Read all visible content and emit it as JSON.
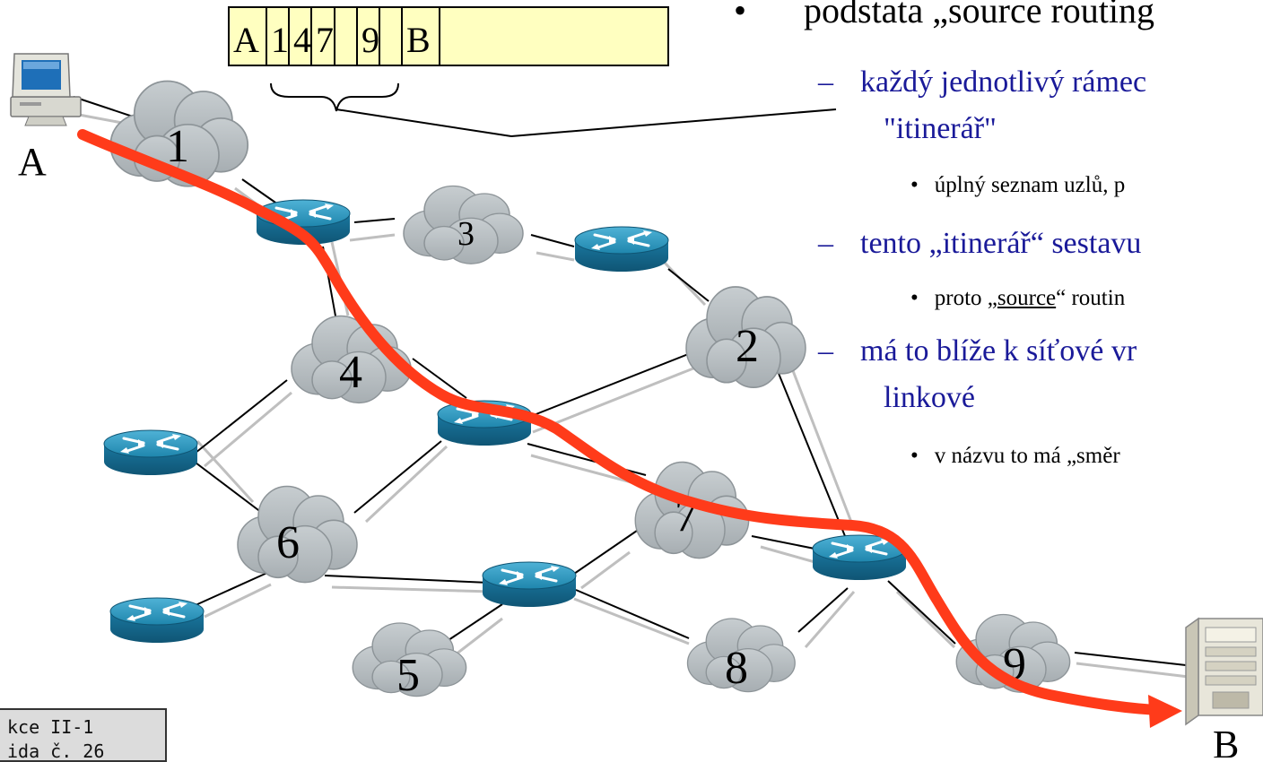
{
  "frame": {
    "cells": [
      "A",
      "1",
      "4",
      "7",
      "9",
      "B"
    ]
  },
  "nodes": {
    "clouds": [
      "1",
      "2",
      "3",
      "4",
      "5",
      "6",
      "7",
      "8",
      "9"
    ],
    "host_a": "A",
    "host_b": "B"
  },
  "text": {
    "l1": "podstata „source routing",
    "l2a": "každý jednotlivý rámec",
    "l2a_cont": "\"itinerář\"",
    "l3a": "úplný seznam uzlů, p",
    "l2b": "tento „itinerář“ sestavu",
    "l3b_pre": "proto „",
    "l3b_u": "source",
    "l3b_post": "“ routin",
    "l2c": "má to blíže k síťové vr",
    "l2c_cont": "linkové",
    "l3c": "v názvu to má „směr"
  },
  "footer": {
    "line1": "kce II-1",
    "line2": "ida č. 26"
  },
  "colors": {
    "path": "#ff3b1a",
    "cloud": "#b5bcc0",
    "router": "#1a7fa8",
    "frame_fill": "#ffffc0",
    "text_blue": "#1a1a99"
  }
}
